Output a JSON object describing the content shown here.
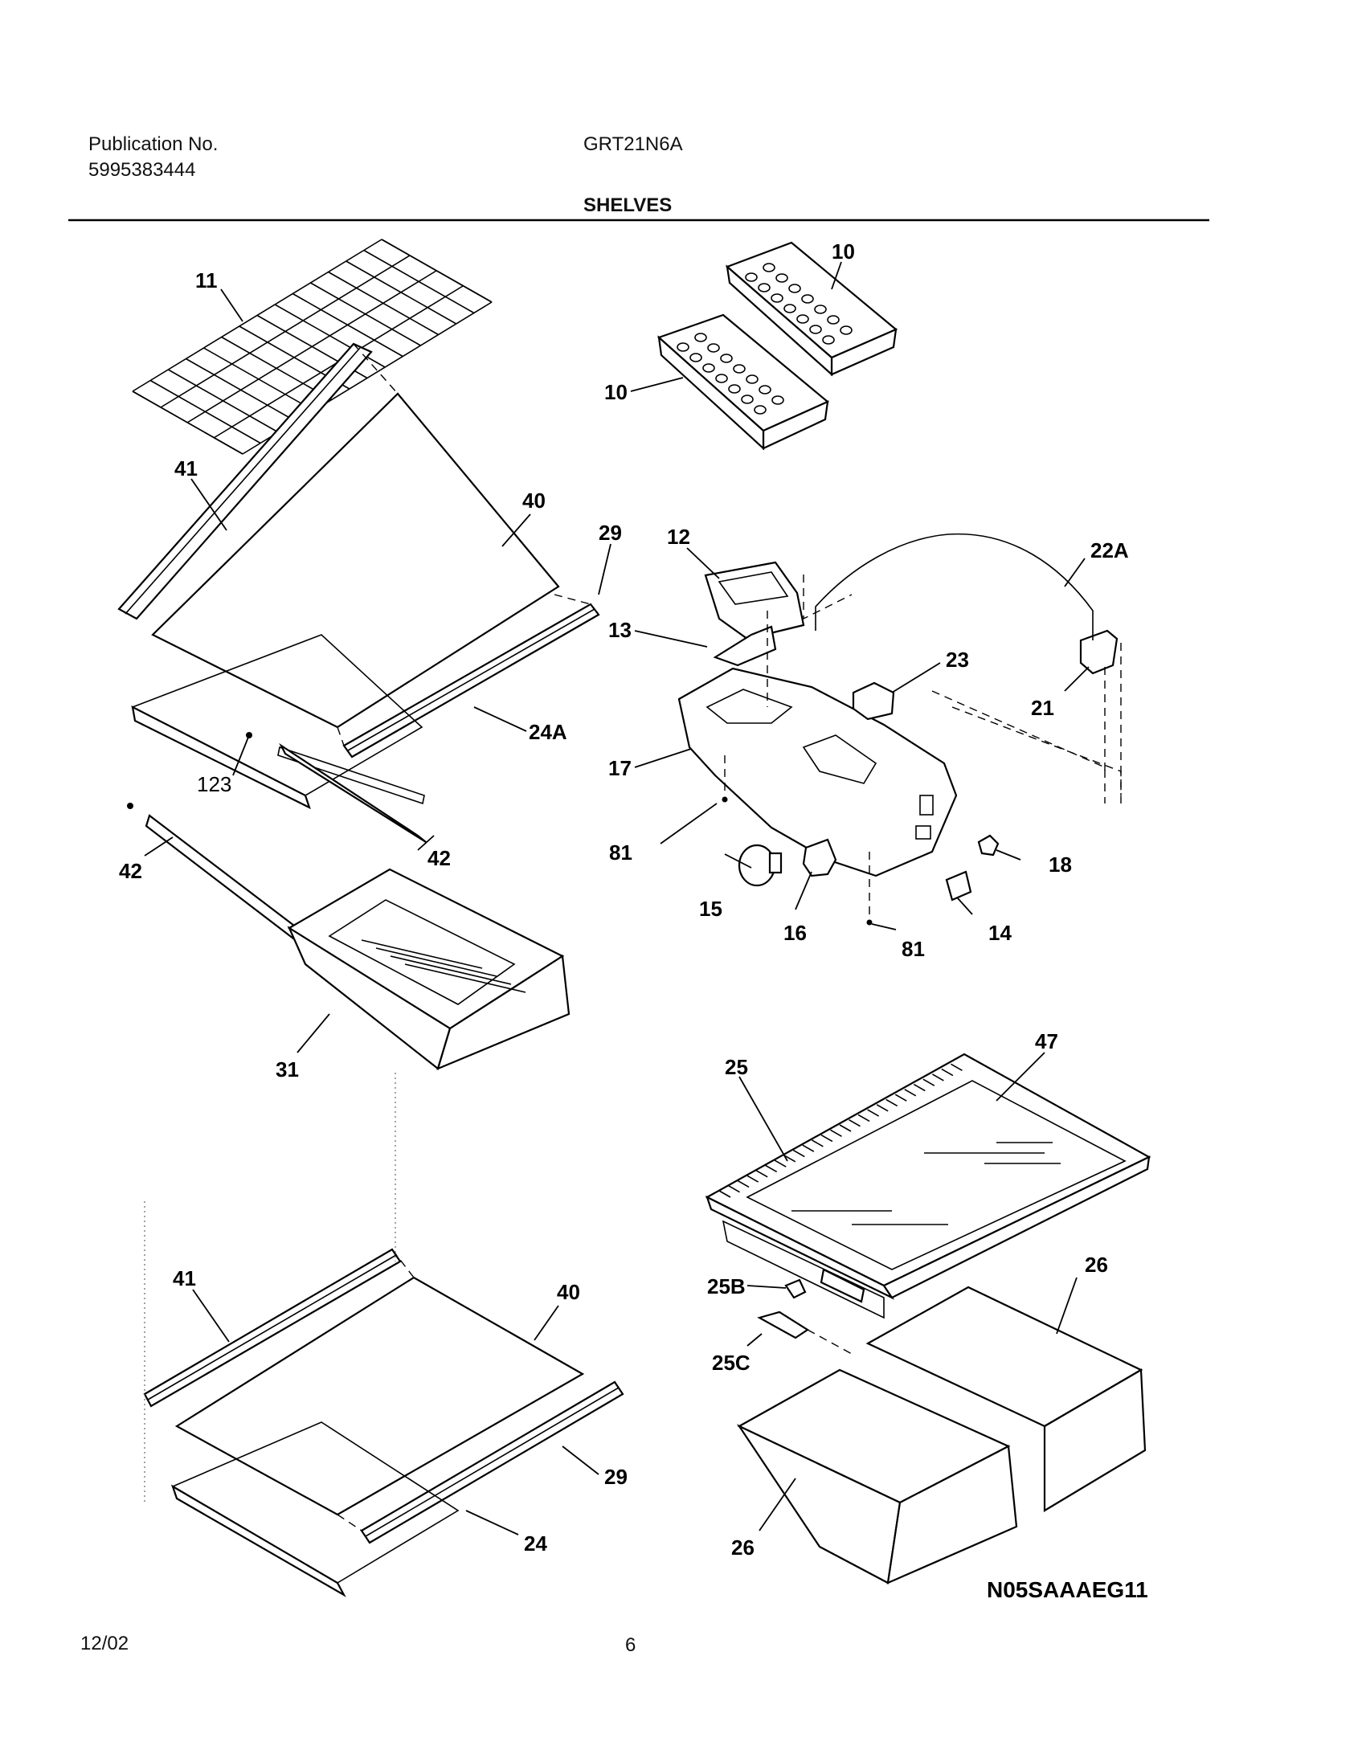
{
  "header": {
    "publication_label": "Publication No.",
    "publication_number": "5995383444",
    "model": "GRT21N6A",
    "section_title": "SHELVES"
  },
  "footer": {
    "date": "12/02",
    "page_number": "6",
    "diagram_code": "N05SAAAEG11"
  },
  "callouts": {
    "c11": "11",
    "c10a": "10",
    "c10b": "10",
    "c41a": "41",
    "c40a": "40",
    "c29a": "29",
    "c24A": "24A",
    "c123": "123",
    "c42a": "42",
    "c42b": "42",
    "c31": "31",
    "c12": "12",
    "c13": "13",
    "c17": "17",
    "c22A": "22A",
    "c23": "23",
    "c21": "21",
    "c81a": "81",
    "c81b": "81",
    "c15": "15",
    "c16": "16",
    "c14": "14",
    "c18": "18",
    "c25": "25",
    "c47": "47",
    "c25B": "25B",
    "c25C": "25C",
    "c26a": "26",
    "c26b": "26",
    "c41b": "41",
    "c40b": "40",
    "c29b": "29",
    "c24": "24"
  }
}
